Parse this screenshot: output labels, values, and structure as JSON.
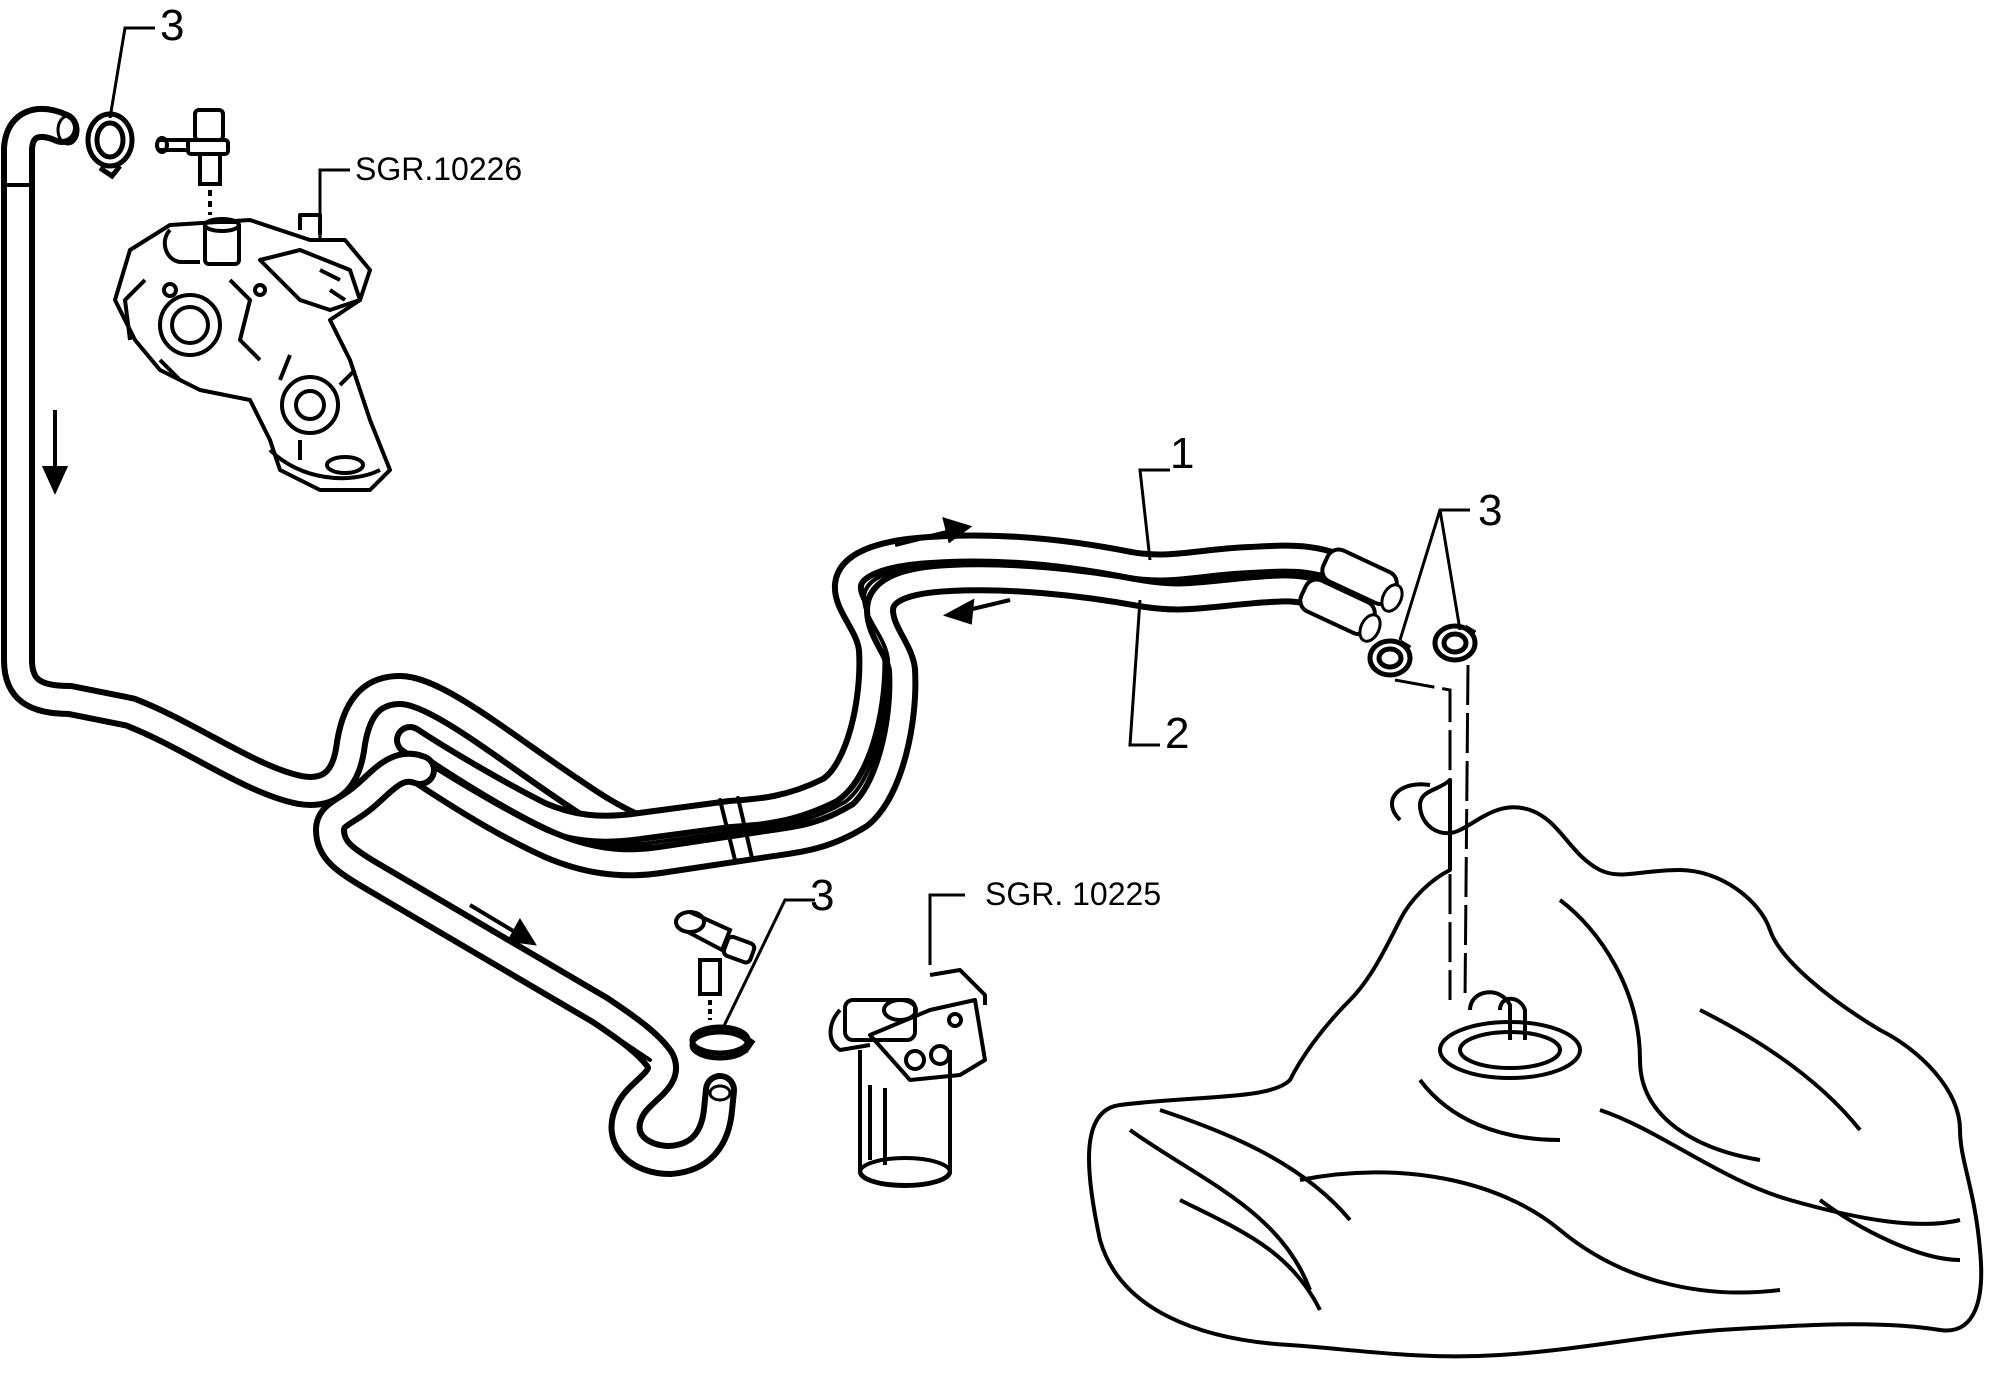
{
  "callouts": {
    "part_1": "1",
    "part_2": "2",
    "part_3_top_left": "3",
    "part_3_right": "3",
    "part_3_bottom": "3"
  },
  "references": {
    "injection_pump": "SGR.10226",
    "fuel_filter": "SGR. 10225"
  },
  "colors": {
    "line": "#000000",
    "background": "#ffffff"
  }
}
